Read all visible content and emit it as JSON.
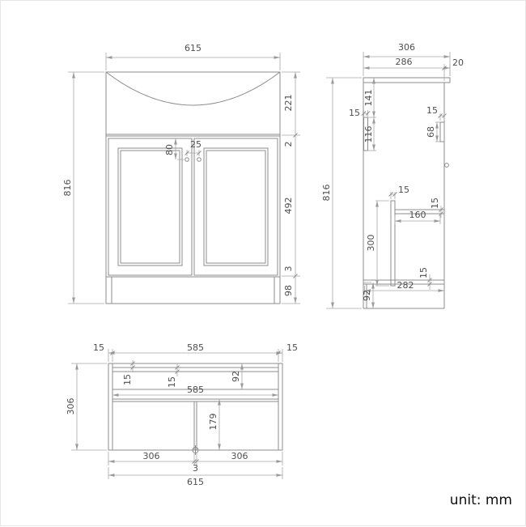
{
  "unit_label": "unit: mm",
  "front": {
    "width": "615",
    "height": "816",
    "basin_height": "221",
    "top_gap": "2",
    "door_height": "492",
    "bottom_gap": "3",
    "plinth_height": "98",
    "knob_offset": "80",
    "knob_spacing": "25"
  },
  "side": {
    "depth": "306",
    "body_depth": "286",
    "overhang": "20",
    "height": "816",
    "rail_offset": "141",
    "rail_width": "15",
    "rail_length": "116",
    "hinge_width": "15",
    "hinge_length": "68",
    "divider_width": "15",
    "divider_height": "300",
    "shelf_depth": "160",
    "shelf_thickness": "15",
    "base_thickness": "15",
    "base_depth": "282",
    "plinth_height": "92"
  },
  "plan": {
    "left_wall": "15",
    "inner_width": "585",
    "right_wall": "15",
    "depth": "306",
    "back_wall": "15",
    "back_rail": "15",
    "back_offset": "92",
    "mid_width": "585",
    "front_depth": "179",
    "left_door": "306",
    "door_gap": "3",
    "right_door": "306",
    "total_width": "615"
  }
}
